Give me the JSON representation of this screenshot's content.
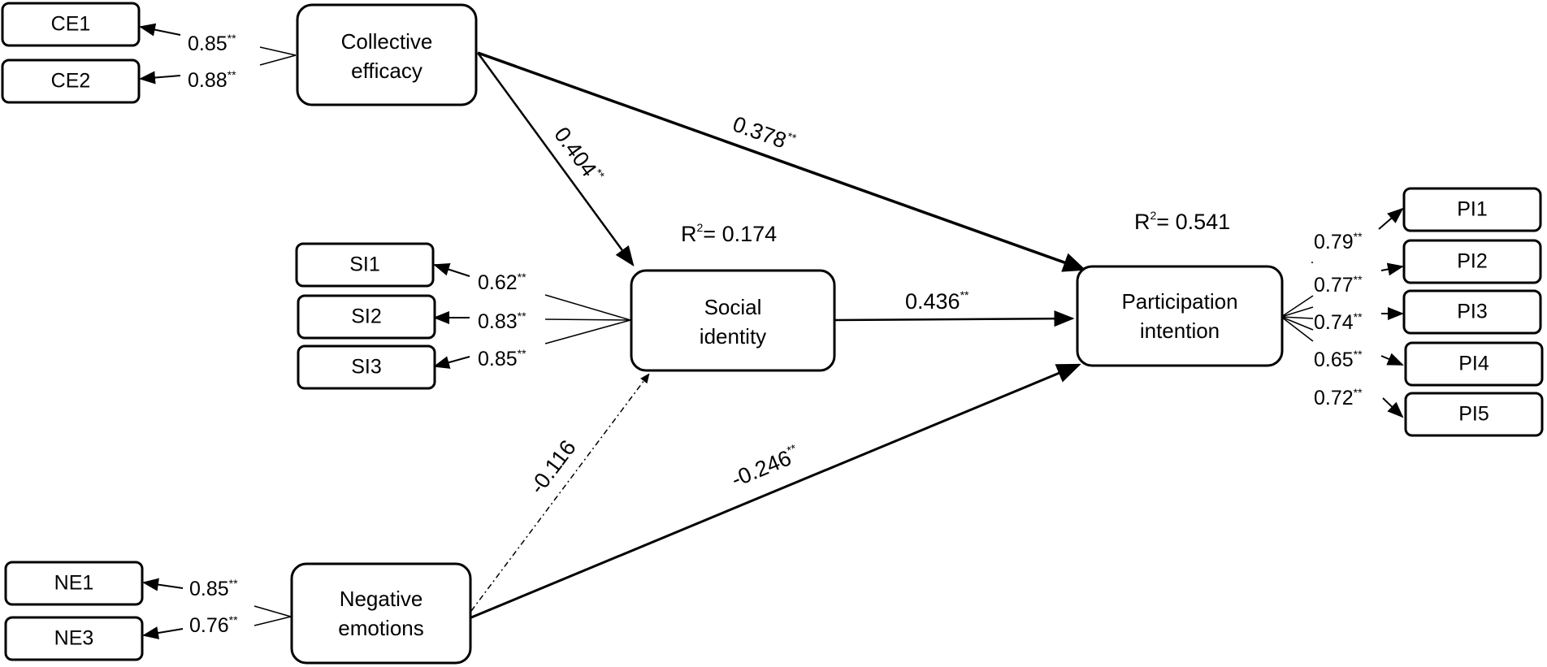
{
  "latent": {
    "ce": {
      "line1": "Collective",
      "line2": "efficacy"
    },
    "si": {
      "line1": "Social",
      "line2": "identity"
    },
    "pi": {
      "line1": "Participation",
      "line2": "intention"
    },
    "ne": {
      "line1": "Negative",
      "line2": "emotions"
    }
  },
  "indicators": {
    "ce": [
      "CE1",
      "CE2"
    ],
    "si": [
      "SI1",
      "SI2",
      "SI3"
    ],
    "ne": [
      "NE1",
      "NE3"
    ],
    "pi": [
      "PI1",
      "PI2",
      "PI3",
      "PI4",
      "PI5"
    ]
  },
  "loadings": {
    "ce": [
      "0.85",
      "0.88"
    ],
    "si": [
      "0.62",
      "0.83",
      "0.85"
    ],
    "ne": [
      "0.85",
      "0.76"
    ],
    "pi": [
      "0.79",
      "0.77",
      "0.74",
      "0.65",
      "0.72"
    ],
    "sig": "**"
  },
  "paths": {
    "ce_si": "0.404",
    "ce_pi": "0.378",
    "si_pi": "0.436",
    "ne_si": "-0.116",
    "ne_pi": "-0.246",
    "sig": "**"
  },
  "r2": {
    "si": {
      "label": "R",
      "exp": "2",
      "value": "= 0.174"
    },
    "pi": {
      "label": "R",
      "exp": "2",
      "value": "= 0.541"
    }
  }
}
